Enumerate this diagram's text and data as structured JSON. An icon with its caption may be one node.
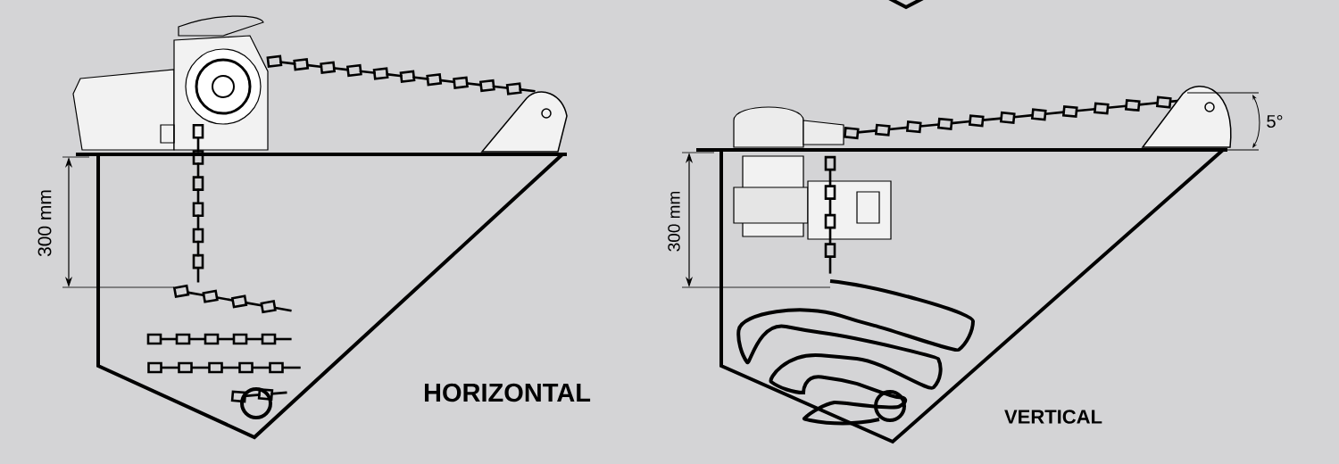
{
  "diagram": {
    "labels": [
      "5°",
      "300 mm",
      "300 mm",
      "HORIZONTAL",
      "VERTICAL"
    ]
  }
}
